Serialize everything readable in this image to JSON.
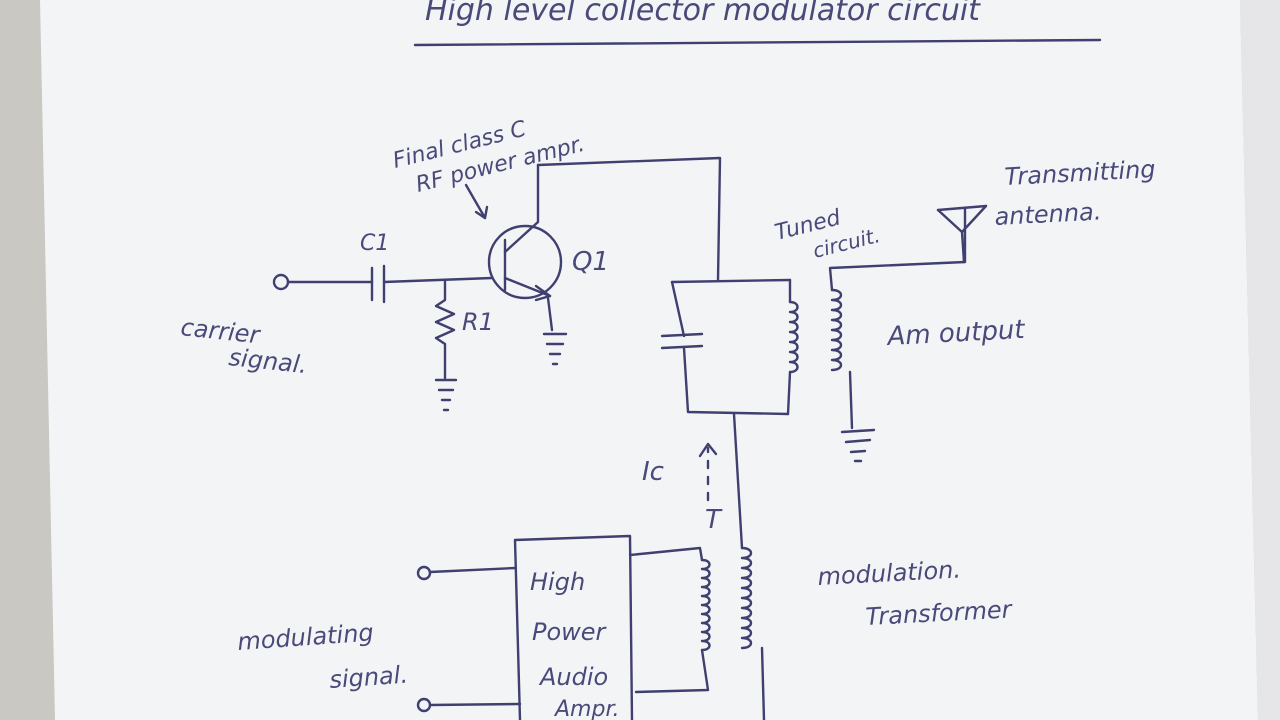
{
  "page": {
    "title": "High level collector modulator circuit",
    "paper_color": "#f4f5f7",
    "ink_color": "#3f3f70"
  },
  "labels": {
    "q1_note_line1": "Final class C",
    "q1_note_line2": "RF power ampr.",
    "c1": "C1",
    "q1": "Q1",
    "r1": "R1",
    "carrier_line1": "carrier",
    "carrier_line2": "signal.",
    "tuned_line1": "Tuned",
    "tuned_line2": "circuit.",
    "antenna_line1": "Transmitting",
    "antenna_line2": "antenna.",
    "am_output": "Am output",
    "ic": "Ic",
    "t": "T",
    "amp_line1": "High",
    "amp_line2": "Power",
    "amp_line3": "Audio",
    "amp_line4": "Ampr.",
    "modulation_line1": "modulation.",
    "modulation_line2": "Transformer",
    "modulating_line1": "modulating",
    "modulating_line2": "signal."
  }
}
